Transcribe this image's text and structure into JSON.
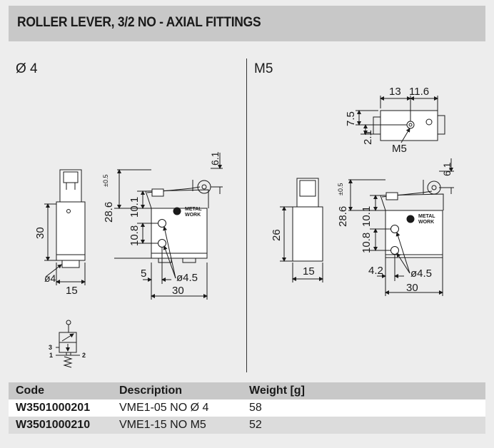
{
  "header": {
    "title": "ROLLER LEVER, 3/2 NO - AXIAL FITTINGS"
  },
  "sections": {
    "left_label": "Ø 4",
    "right_label": "M5"
  },
  "dims_left": {
    "d_4": "ø4",
    "w_15": "15",
    "h_30": "30",
    "d_6_1": "6.1",
    "d_28_6": "28.6",
    "tol": "±0.5",
    "d_10_1": "10.1",
    "d_10_8": "10.8",
    "d_5": "5",
    "d_4_5": "ø4.5",
    "w_30": "30"
  },
  "dims_right": {
    "d_13": "13",
    "d_11_6": "11.6",
    "d_7_5": "7.5",
    "d_2_1": "2.1",
    "m5": "M5",
    "d_6_1": "6.1",
    "d_28_6": "28.6",
    "tol": "±0.5",
    "d_10_1": "10.1",
    "d_10_8": "10.8",
    "h_26": "26",
    "w_15": "15",
    "d_4_2": "4.2",
    "d_4_5": "ø4.5",
    "w_30": "30"
  },
  "logo": {
    "line1": "METAL",
    "line2": "WORK"
  },
  "symbol": {
    "port3": "3",
    "port1": "1",
    "port2": "2"
  },
  "table": {
    "headers": [
      "Code",
      "Description",
      "Weight [g]"
    ],
    "rows": [
      {
        "code": "W3501000201",
        "description": "VME1-05 NO Ø 4",
        "weight": "58"
      },
      {
        "code": "W3501000210",
        "description": "VME1-15 NO M5",
        "weight": "52"
      }
    ]
  }
}
